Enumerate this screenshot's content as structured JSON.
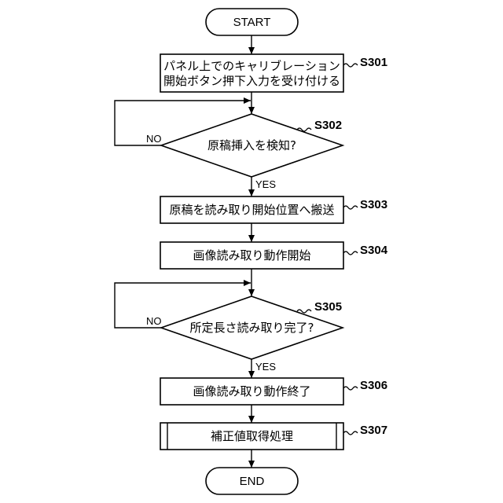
{
  "flowchart": {
    "start_label": "START",
    "end_label": "END",
    "steps": {
      "s301": {
        "id": "S301",
        "lines": [
          "パネル上でのキャリブレーション",
          "開始ボタン押下入力を受け付ける"
        ]
      },
      "s302": {
        "id": "S302",
        "text": "原稿挿入を検知?"
      },
      "s303": {
        "id": "S303",
        "text": "原稿を読み取り開始位置へ搬送"
      },
      "s304": {
        "id": "S304",
        "text": "画像読み取り動作開始"
      },
      "s305": {
        "id": "S305",
        "text": "所定長さ読み取り完了?"
      },
      "s306": {
        "id": "S306",
        "text": "画像読み取り動作終了"
      },
      "s307": {
        "id": "S307",
        "text": "補正値取得処理"
      }
    },
    "branches": {
      "s302_no": "NO",
      "s302_yes": "YES",
      "s305_no": "NO",
      "s305_yes": "YES"
    }
  }
}
